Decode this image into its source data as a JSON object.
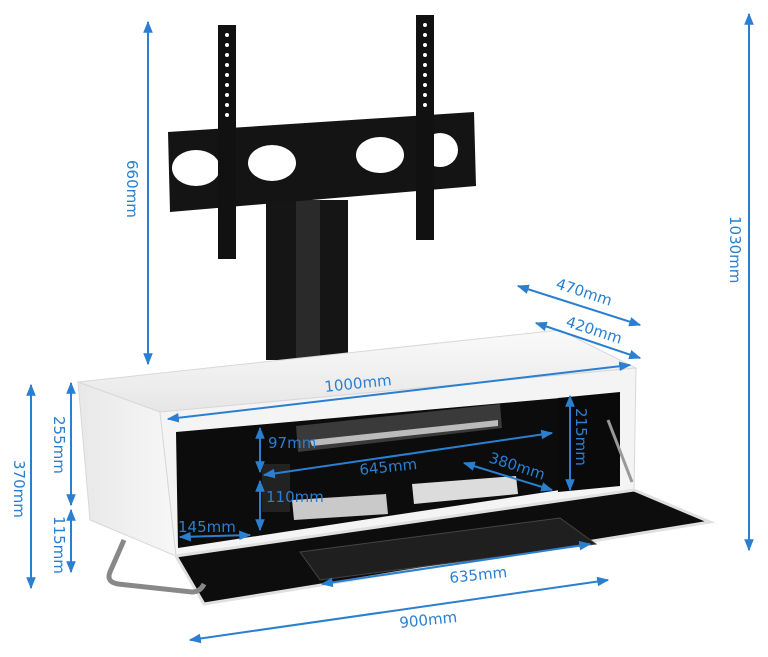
{
  "diagram": {
    "subject": "TV stand cabinet with cantilever TV mount",
    "accent_color": "#2a7fd0",
    "cabinet_color": "#f2f2f2",
    "interior_color": "#0c0c0c",
    "mount_color": "#111111"
  },
  "dimensions": {
    "mount_height": "660mm",
    "total_height": "1030mm",
    "outer_depth": "470mm",
    "inner_depth": "420mm",
    "cabinet_width": "1000mm",
    "upper_shelf_height": "97mm",
    "shelf_width": "645mm",
    "shelf_depth": "380mm",
    "interior_height": "215mm",
    "lower_shelf_height": "110mm",
    "side_width": "145mm",
    "cabinet_body_height": "255mm",
    "overall_cabinet_height": "370mm",
    "leg_height": "115mm",
    "door_width": "635mm",
    "base_width": "900mm"
  }
}
